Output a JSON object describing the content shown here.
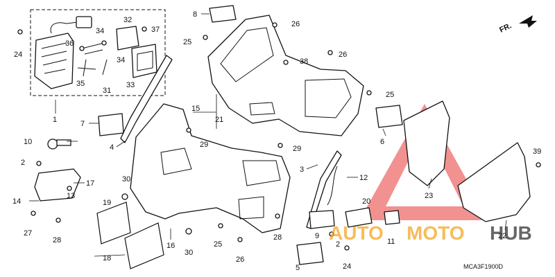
{
  "diagram": {
    "code": "MCA3F1900D",
    "direction_label": "FR.",
    "callouts": [
      "1",
      "2",
      "2",
      "3",
      "4",
      "5",
      "6",
      "7",
      "8",
      "9",
      "10",
      "11",
      "12",
      "13",
      "14",
      "15",
      "16",
      "17",
      "18",
      "19",
      "20",
      "21",
      "22",
      "23",
      "24",
      "24",
      "25",
      "25",
      "25",
      "26",
      "26",
      "26",
      "27",
      "28",
      "28",
      "29",
      "29",
      "30",
      "30",
      "31",
      "32",
      "33",
      "34",
      "34",
      "35",
      "36",
      "37",
      "38",
      "39"
    ]
  },
  "watermark": {
    "text_auto": "AUTO",
    "text_moto": "MOTO",
    "text_hub": "HUB",
    "colors": {
      "triangle": "#e53935",
      "auto": "#f5a623",
      "moto": "#f5a623",
      "hub": "#333333"
    }
  }
}
